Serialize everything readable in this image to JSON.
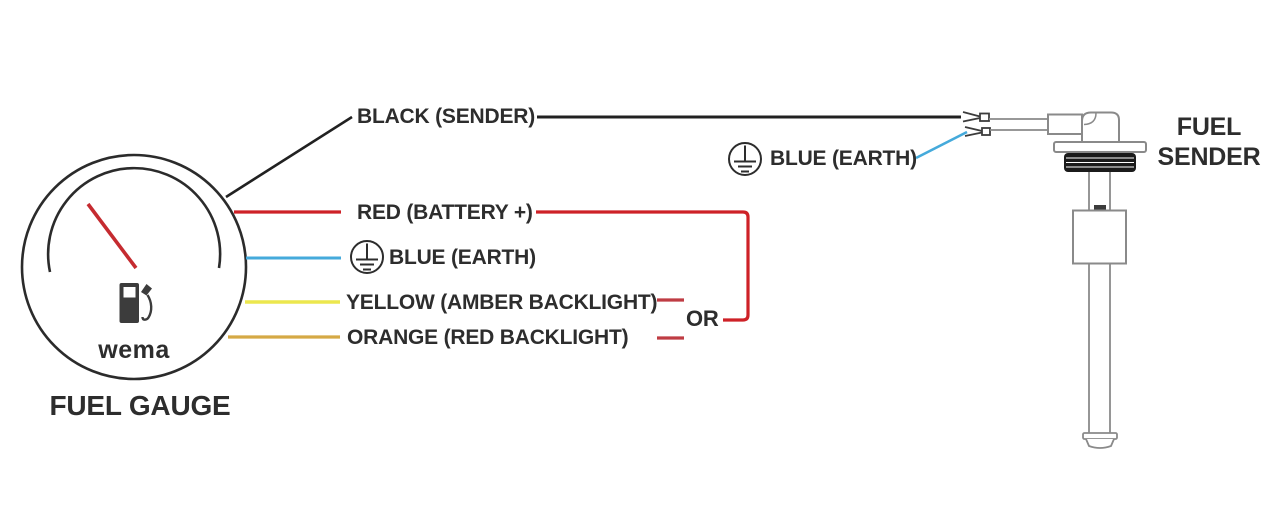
{
  "gauge": {
    "brand": "wema",
    "caption": "FUEL GAUGE"
  },
  "sender": {
    "caption_line1": "FUEL",
    "caption_line2": "SENDER"
  },
  "labels": {
    "black": "BLACK (SENDER)",
    "red": "RED (BATTERY +)",
    "blue_gauge": "BLUE (EARTH)",
    "yellow": "YELLOW (AMBER BACKLIGHT)",
    "orange": "ORANGE (RED BACKLIGHT)",
    "or": "OR",
    "blue_sender": "BLUE (EARTH)"
  },
  "icons": {
    "earth_gauge": "earth-ground-symbol",
    "earth_sender": "earth-ground-symbol",
    "fuel_pump": "fuel-pump-symbol"
  },
  "colors": {
    "background": "#ffffff",
    "label": "#2d2d2d",
    "black_wire": "#212121",
    "red_wire": "#ce2127",
    "red_dash": "#bf3c43",
    "blue_wire": "#45aadb",
    "yellow_wire": "#ece74e",
    "orange_wire": "#d5a945",
    "needle": "#c52b30",
    "gauge_outline": "#2b2b2b",
    "sender_outline": "#8a8a8a",
    "terminal_dark": "#3c3c3c",
    "thread_dark": "#1b1b1b"
  }
}
